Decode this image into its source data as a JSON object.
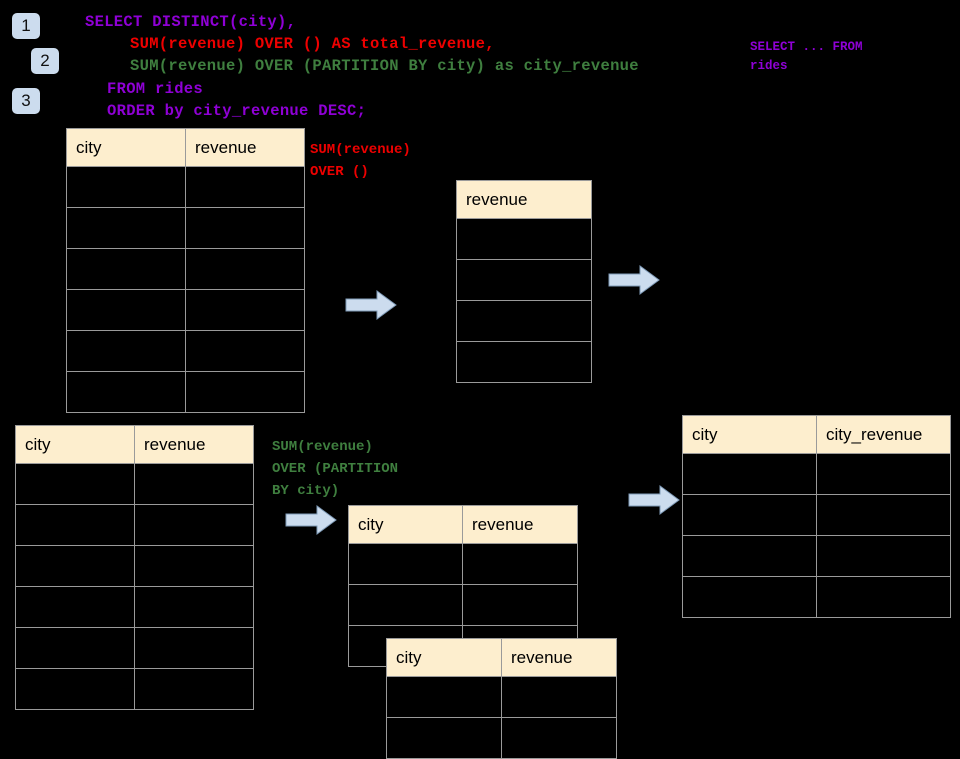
{
  "background": "#000000",
  "theme": {
    "header_fill": "#fdeece",
    "grid_line": "#9a9a9a",
    "badge_fill": "#ccdcee",
    "arrow_fill": "#ccdcee",
    "color_purple": "#8f00d6",
    "color_red": "#ee0000",
    "color_green": "#3f7f3f"
  },
  "badges": [
    {
      "label": "1"
    },
    {
      "label": "2"
    },
    {
      "label": "3"
    }
  ],
  "sql": {
    "line1": "SELECT DISTINCT(city),",
    "line2": "SUM(revenue) OVER () AS total_revenue,",
    "line3": "SUM(revenue) OVER (PARTITION BY city) as city_revenue",
    "line4": "FROM rides",
    "line5": "ORDER by city_revenue DESC;"
  },
  "annotations": {
    "from_rides": "SELECT ... FROM\nrides",
    "over_empty": "SUM(revenue)\nOVER ()",
    "over_partition": "SUM(revenue)\nOVER (PARTITION\nBY city)"
  },
  "tables": {
    "source_top": {
      "name": "source-rides-top",
      "headers": [
        "city",
        "revenue"
      ],
      "rows": [
        [
          "",
          ""
        ],
        [
          "",
          ""
        ],
        [
          "",
          ""
        ],
        [
          "",
          ""
        ],
        [
          "",
          ""
        ],
        [
          "",
          ""
        ]
      ]
    },
    "total_revenue": {
      "name": "total-revenue",
      "headers": [
        "revenue"
      ],
      "rows": [
        [
          ""
        ],
        [
          ""
        ],
        [
          ""
        ],
        [
          ""
        ]
      ]
    },
    "source_bottom": {
      "name": "source-rides-bottom",
      "headers": [
        "city",
        "revenue"
      ],
      "rows": [
        [
          "",
          ""
        ],
        [
          "",
          ""
        ],
        [
          "",
          ""
        ],
        [
          "",
          ""
        ],
        [
          "",
          ""
        ],
        [
          "",
          ""
        ]
      ]
    },
    "partition_back": {
      "name": "partition-group-back",
      "headers": [
        "city",
        "revenue"
      ],
      "rows": [
        [
          "",
          ""
        ],
        [
          "",
          ""
        ],
        [
          "",
          ""
        ]
      ]
    },
    "partition_front": {
      "name": "partition-group-front",
      "headers": [
        "city",
        "revenue"
      ],
      "rows": [
        [
          "",
          ""
        ],
        [
          "",
          ""
        ]
      ]
    },
    "result": {
      "name": "result-city-revenue",
      "headers": [
        "city",
        "city_revenue"
      ],
      "rows": [
        [
          "",
          ""
        ],
        [
          "",
          ""
        ],
        [
          "",
          ""
        ],
        [
          "",
          ""
        ]
      ]
    }
  },
  "arrows": [
    {
      "name": "arrow-source-to-total"
    },
    {
      "name": "arrow-total-to-result"
    },
    {
      "name": "arrow-source-to-partition"
    },
    {
      "name": "arrow-partition-to-result"
    }
  ]
}
